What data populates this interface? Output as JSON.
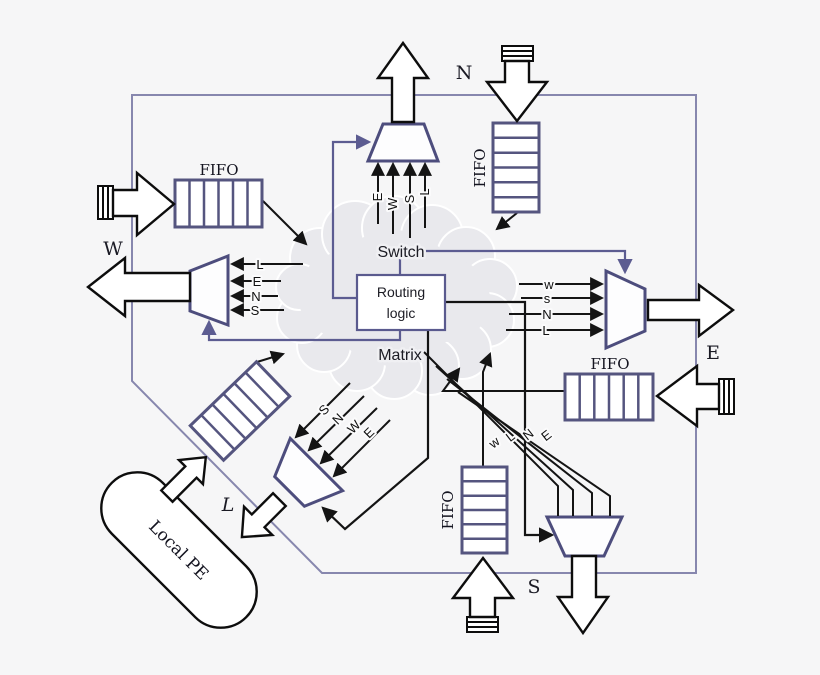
{
  "ports": {
    "north": {
      "label": "N"
    },
    "west": {
      "label": "W"
    },
    "east": {
      "label": "E"
    },
    "south": {
      "label": "S"
    },
    "local": {
      "label": "L"
    }
  },
  "fifos": {
    "west": "FIFO",
    "north": "FIFO",
    "east": "FIFO",
    "south": "FIFO"
  },
  "switch_matrix": {
    "word1": "Switch",
    "word2": "Matrix"
  },
  "routing_logic": {
    "line1": "Routing",
    "line2": "logic"
  },
  "local_pe": {
    "label": "Local PE"
  },
  "mux_inputs": {
    "north": [
      "E",
      "W",
      "S",
      "L"
    ],
    "west": [
      "L",
      "E",
      "N",
      "S"
    ],
    "east": [
      "w",
      "s",
      "N",
      "L"
    ],
    "south_diag": [
      "w",
      "L",
      "N",
      "E"
    ],
    "local_diag": [
      "S",
      "N",
      "W",
      "E"
    ]
  },
  "colors": {
    "background": "#f6f6f7",
    "component_purple": "#55557f",
    "select_purple": "#5c5c91",
    "frame_purple": "#8787ae",
    "cloud": "#e9e9ed",
    "line_black": "#141414"
  }
}
